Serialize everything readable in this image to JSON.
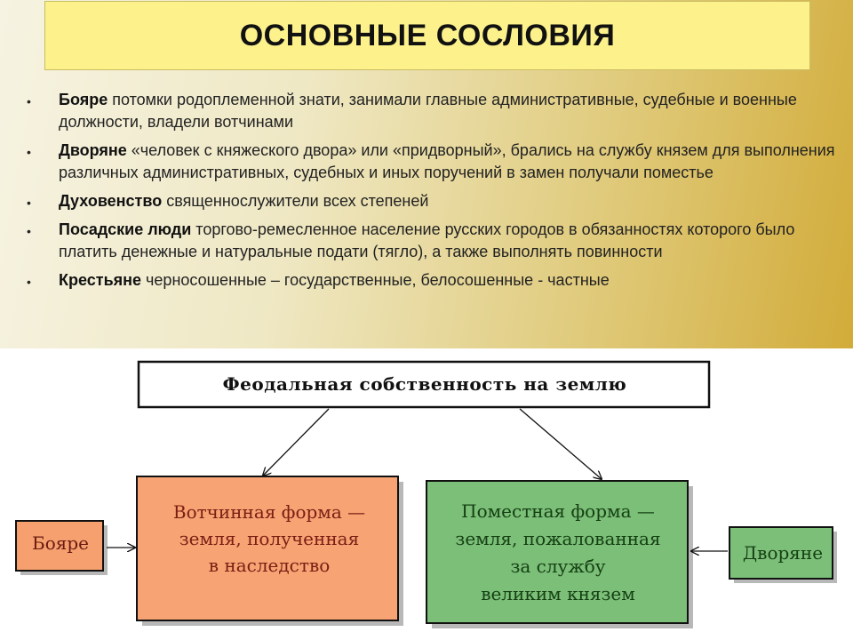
{
  "title": "ОСНОВНЫЕ СОСЛОВИЯ",
  "estates": [
    {
      "term": "Бояре",
      "text": " потомки родоплеменной знати, занимали главные административные, судебные и военные должности, владели вотчинами"
    },
    {
      "term": "Дворяне",
      "text": " «человек с княжеского двора» или «придворный», брались на службу князем для выполнения различных административных, судебных и иных поручений в замен получали поместье"
    },
    {
      "term": "Духовенство",
      "text": " священнослужители всех степеней"
    },
    {
      "term": "Посадские люди",
      "text": " торгово-ремесленное население русских городов в обязанностях которого было платить денежные и натуральные подати (тягло), а также выполнять повинности"
    },
    {
      "term": "Крестьяне",
      "text": " черносошенные – государственные, белосошенные - частные"
    }
  ],
  "diagram": {
    "root": "Феодальная собственность на землю",
    "votchina": {
      "line1": "Вотчинная форма —",
      "line2": "земля, полученная",
      "line3": "в наследство"
    },
    "pomestie": {
      "line1": "Поместная форма —",
      "line2": "земля, пожалованная",
      "line3": "за службу",
      "line4": "великим князем"
    },
    "boyare": "Бояре",
    "dvoryane": "Дворяне"
  },
  "colors": {
    "title_bg": "#fdf18c",
    "votchina_fill": "#f7a373",
    "pomestie_fill": "#7bbf78",
    "boyare_fill": "#f5a06e",
    "dvoryane_fill": "#7bbf78"
  }
}
